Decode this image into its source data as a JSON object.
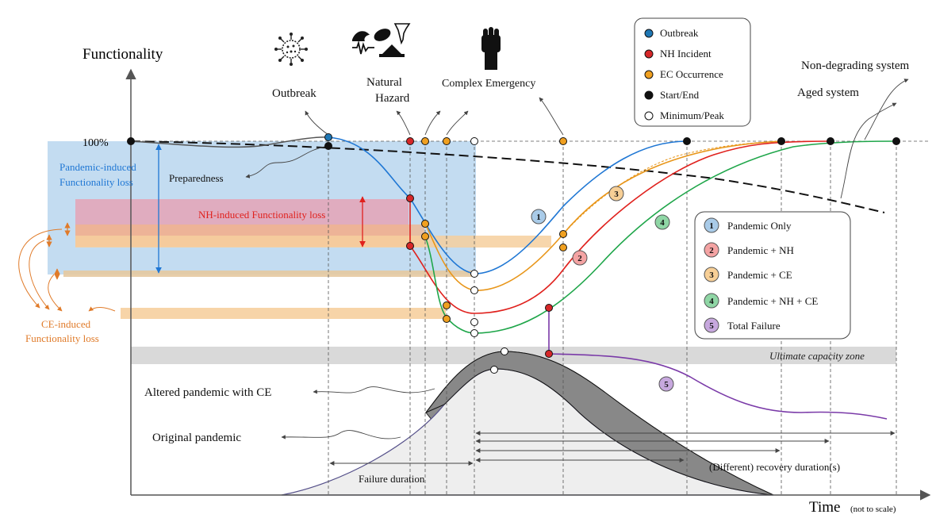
{
  "axes": {
    "y_label": "Functionality",
    "x_label": "Time",
    "x_label_note": "(not to scale)",
    "y_tick_100": "100%"
  },
  "events": {
    "outbreak": "Outbreak",
    "natural_hazard_line1": "Natural",
    "natural_hazard_line2": "Hazard",
    "complex_emergency": "Complex Emergency",
    "non_degrading": "Non-degrading system",
    "aged": "Aged system"
  },
  "loss_labels": {
    "pandemic_line1": "Pandemic-induced",
    "pandemic_line2": "Functionality loss",
    "nh": "NH-induced Functionality loss",
    "ce_line1": "CE-induced",
    "ce_line2": "Functionality loss",
    "preparedness": "Preparedness"
  },
  "bottom_labels": {
    "altered": "Altered pandemic with CE",
    "original": "Original pandemic",
    "failure_duration": "Failure duration",
    "recovery_duration": "(Different) recovery duration(s)",
    "ultimate_zone": "Ultimate capacity zone"
  },
  "marker_legend": [
    {
      "label": "Outbreak",
      "color": "#1f77b4"
    },
    {
      "label": "NH Incident",
      "color": "#d62728"
    },
    {
      "label": "EC Occurrence",
      "color": "#f0a020"
    },
    {
      "label": "Start/End",
      "color": "#000000"
    },
    {
      "label": "Minimum/Peak",
      "color": "#ffffff"
    }
  ],
  "scenario_legend": [
    {
      "num": "1",
      "label": "Pandemic Only",
      "color": "#a9cbe8"
    },
    {
      "num": "2",
      "label": "Pandemic + NH",
      "color": "#f4a3a3"
    },
    {
      "num": "3",
      "label": "Pandemic + CE",
      "color": "#f7cf96"
    },
    {
      "num": "4",
      "label": "Pandemic + NH + CE",
      "color": "#8fd6a5"
    },
    {
      "num": "5",
      "label": "Total Failure",
      "color": "#c7a8de"
    }
  ],
  "colors": {
    "pandemic": "#1f77d4",
    "nh": "#e0211d",
    "ce": "#e8961a",
    "green": "#1fa64a",
    "purple": "#7a3aa8",
    "blue_zone": "#b8d6ee",
    "red_zone": "#e8a7b4",
    "orange_zone": "#f6cf9e"
  }
}
